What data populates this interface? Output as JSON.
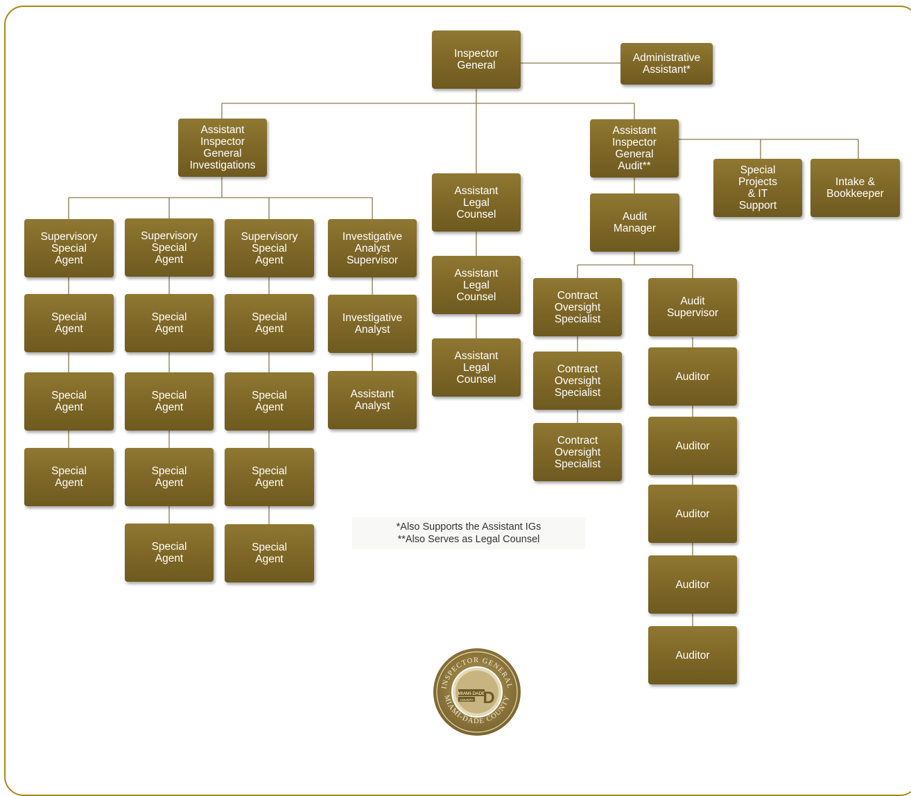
{
  "nodes": {
    "inspector_general": "Inspector\nGeneral",
    "administrative_assistant": "Administrative\nAssistant*",
    "aig_investigations": "Assistant\nInspector\nGeneral\nInvestigations",
    "aig_audit": "Assistant\nInspector\nGeneral\nAudit**",
    "special_projects_it": "Special\nProjects\n& IT\nSupport",
    "intake_bookkeeper": "Intake &\nBookkeeper",
    "supervisory_special_agent": "Supervisory\nSpecial\nAgent",
    "special_agent": "Special\nAgent",
    "investigative_analyst_supervisor": "Investigative\nAnalyst\nSupervisor",
    "investigative_analyst": "Investigative\nAnalyst",
    "assistant_analyst": "Assistant\nAnalyst",
    "assistant_legal_counsel": "Assistant\nLegal\nCounsel",
    "audit_manager": "Audit\nManager",
    "contract_oversight_specialist": "Contract\nOversight\nSpecialist",
    "audit_supervisor": "Audit\nSupervisor",
    "auditor": "Auditor"
  },
  "footnotes": {
    "line1": "*Also Supports the Assistant IGs",
    "line2": "**Also Serves as Legal Counsel"
  },
  "seal": {
    "ring_text_top": "INSPECTOR GENERAL",
    "ring_text_bottom": "MIAMI-DADE COUNTY",
    "badge_line1": "MIAMI-DADE",
    "badge_line2": "COUNTY",
    "badge_letter": "D"
  },
  "colors": {
    "box": "#7d6626",
    "frame": "#a8861a",
    "line": "#8a7a50"
  }
}
